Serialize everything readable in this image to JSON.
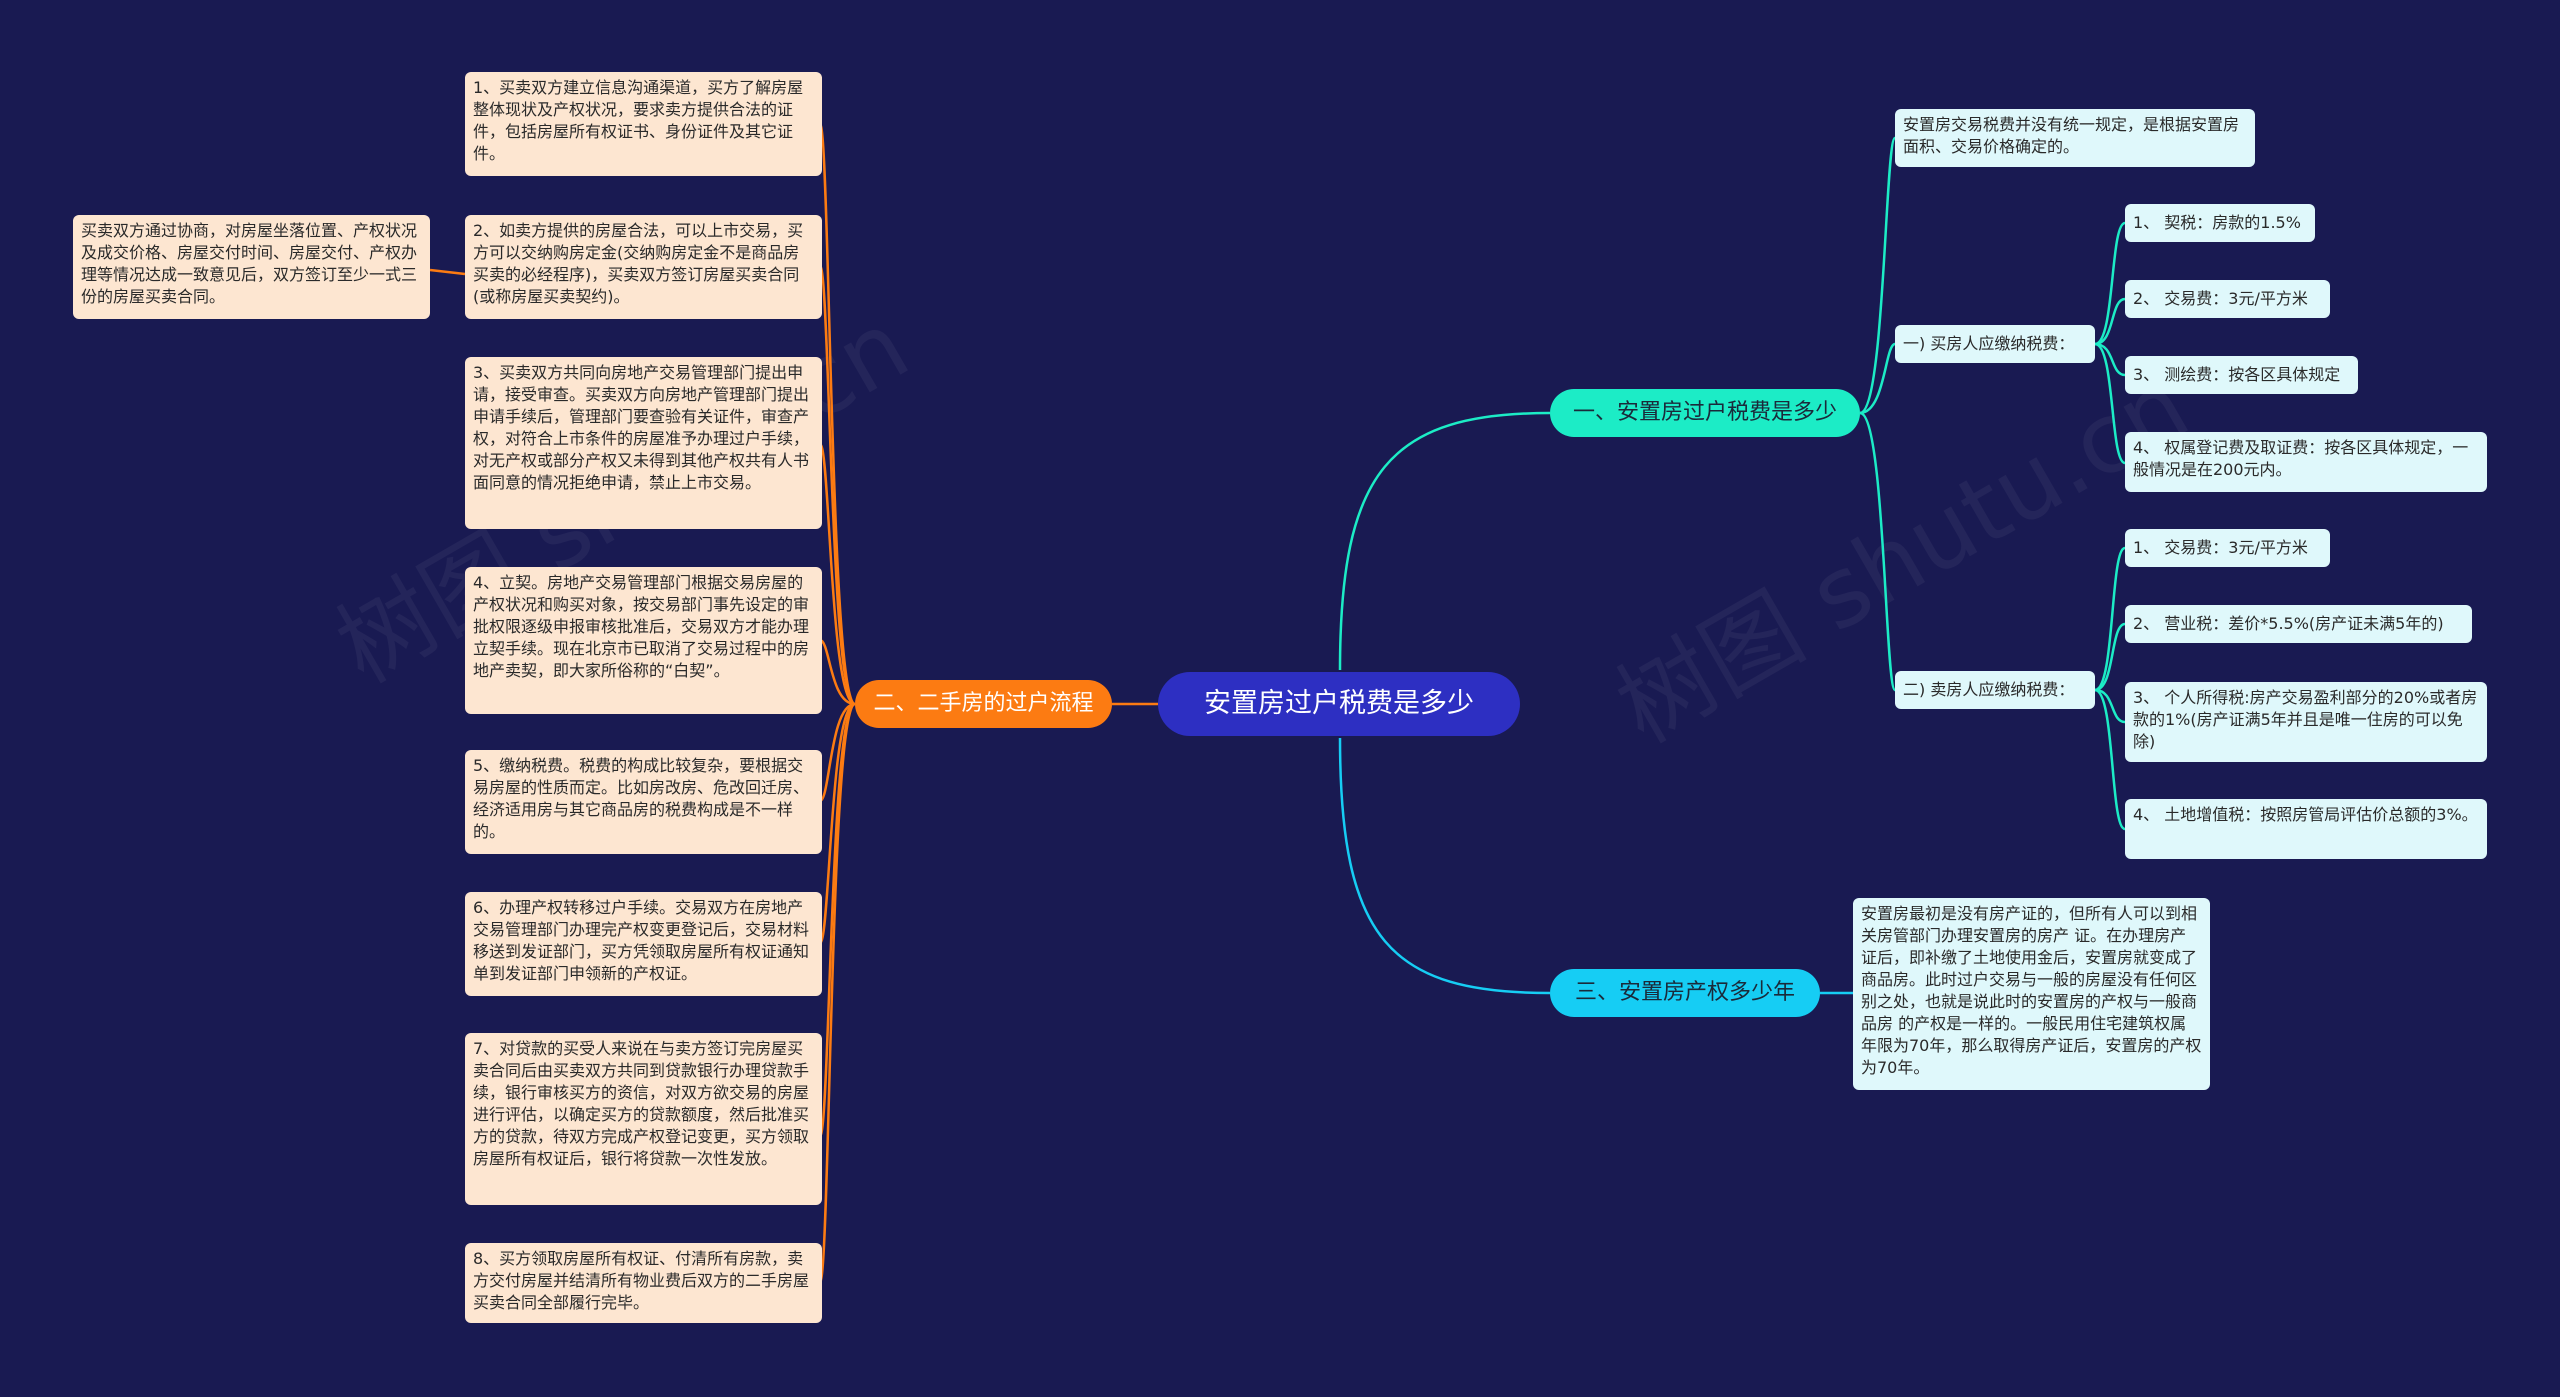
{
  "root": {
    "label": "安置房过户税费是多少"
  },
  "branches": {
    "process": {
      "label": "二、二手房的过户流程",
      "steps": [
        "1、买卖双方建立信息沟通渠道，买方了解房屋整体现状及产权状况，要求卖方提供合法的证件，包括房屋所有权证书、身份证件及其它证件。",
        "2、如卖方提供的房屋合法，可以上市交易，买方可以交纳购房定金(交纳购房定金不是商品房买卖的必经程序)，买卖双方签订房屋买卖合同(或称房屋买卖契约)。",
        "3、买卖双方共同向房地产交易管理部门提出申请，接受审查。买卖双方向房地产管理部门提出申请手续后，管理部门要查验有关证件，审查产权，对符合上市条件的房屋准予办理过户手续，对无产权或部分产权又未得到其他产权共有人书面同意的情况拒绝申请，禁止上市交易。",
        "4、立契。房地产交易管理部门根据交易房屋的产权状况和购买对象，按交易部门事先设定的审批权限逐级申报审核批准后，交易双方才能办理立契手续。现在北京市已取消了交易过程中的房地产卖契，即大家所俗称的“白契”。",
        "5、缴纳税费。税费的构成比较复杂，要根据交易房屋的性质而定。比如房改房、危改回迁房、经济适用房与其它商品房的税费构成是不一样的。",
        "6、办理产权转移过户手续。交易双方在房地产交易管理部门办理完产权变更登记后，交易材料移送到发证部门，买方凭领取房屋所有权证通知单到发证部门申领新的产权证。",
        "7、对贷款的买受人来说在与卖方签订完房屋买卖合同后由买卖双方共同到贷款银行办理贷款手续，银行审核买方的资信，对双方欲交易的房屋进行评估，以确定买方的贷款额度，然后批准买方的贷款，待双方完成产权登记变更，买方领取房屋所有权证后，银行将贷款一次性发放。",
        "8、买方领取房屋所有权证、付清所有房款，卖方交付房屋并结清所有物业费后双方的二手房屋买卖合同全部履行完毕。"
      ],
      "step2_detail": "买卖双方通过协商，对房屋坐落位置、产权状况及成交价格、房屋交付时间、房屋交付、产权办理等情况达成一致意见后，双方签订至少一式三份的房屋买卖合同。"
    },
    "taxes": {
      "label": "一、安置房过户税费是多少",
      "intro": "安置房交易税费并没有统一规定，是根据安置房面积、交易价格确定的。",
      "buyer": {
        "label": "一) 买房人应缴纳税费：",
        "items": [
          "1、 契税：房款的1.5%",
          "2、 交易费：3元/平方米",
          "3、 测绘费：按各区具体规定",
          "4、 权属登记费及取证费：按各区具体规定，一般情况是在200元内。"
        ]
      },
      "seller": {
        "label": "二) 卖房人应缴纳税费：",
        "items": [
          "1、 交易费：3元/平方米",
          "2、 营业税：差价*5.5%(房产证未满5年的)",
          "3、 个人所得税:房产交易盈利部分的20%或者房款的1%(房产证满5年并且是唯一住房的可以免除)",
          "4、 土地增值税：按照房管局评估价总额的3%。"
        ]
      }
    },
    "property": {
      "label": "三、安置房产权多少年",
      "detail": "安置房最初是没有房产证的，但所有人可以到相关房管部门办理安置房的房产 证。在办理房产证后，即补缴了土地使用金后，安置房就变成了商品房。此时过户交易与一般的房屋没有任何区别之处，也就是说此时的安置房的产权与一般商品房 的产权是一样的。一般民用住宅建筑权属年限为70年，那么取得房产证后，安置房的产权为70年。"
    }
  },
  "colors": {
    "background": "#191a52",
    "root": "#2d2fc2",
    "orange": "#fc7b12",
    "teal": "#1cecc6",
    "cyan": "#16cdf4",
    "left_node": "#fde6d1",
    "right_node": "#dff8fb"
  }
}
